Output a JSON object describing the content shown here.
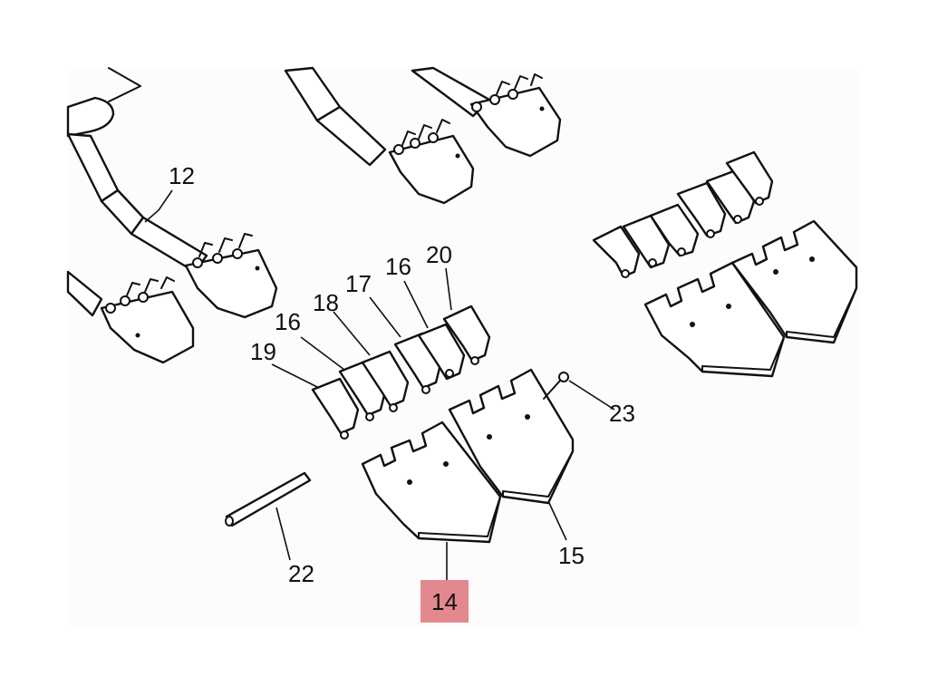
{
  "diagram": {
    "callouts": [
      {
        "id": "c12",
        "label": "12"
      },
      {
        "id": "c16a",
        "label": "16"
      },
      {
        "id": "c16b",
        "label": "16"
      },
      {
        "id": "c17",
        "label": "17"
      },
      {
        "id": "c18",
        "label": "18"
      },
      {
        "id": "c19",
        "label": "19"
      },
      {
        "id": "c20",
        "label": "20"
      },
      {
        "id": "c22",
        "label": "22"
      },
      {
        "id": "c23",
        "label": "23"
      },
      {
        "id": "c15",
        "label": "15"
      },
      {
        "id": "c14",
        "label": "14",
        "highlighted": true
      }
    ],
    "highlight_color": "#e3888f"
  }
}
